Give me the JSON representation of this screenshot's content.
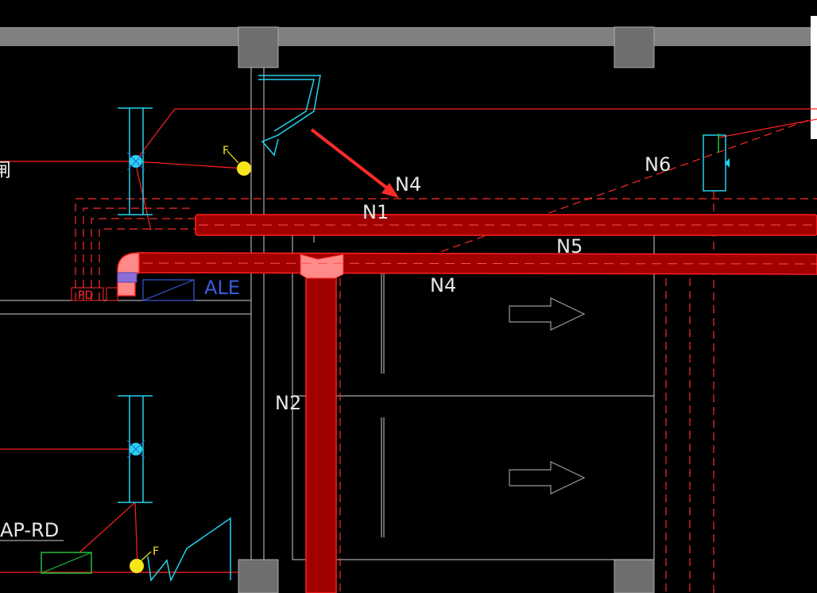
{
  "labels": {
    "n1": "N1",
    "n2": "N2",
    "n4_top": "N4",
    "n4_bottom": "N4",
    "n5": "N5",
    "n6": "N6",
    "ale": "ALE",
    "ap_rd": "AP-RD",
    "pd": "PD",
    "f_upper": "F",
    "f_lower": "F",
    "edge_char": "闸"
  },
  "colors": {
    "background": "#000000",
    "wall": "#808080",
    "column": "#6e6e6e",
    "duct": "#a00000",
    "duct_edge": "#ff2020",
    "duct_joint": "#ff8a8a",
    "dashed": "#ff2a2a",
    "line_white": "#cfcfcf",
    "cyan": "#22d3ee",
    "yellow": "#f5e51b",
    "blue_unit": "#3b5bdb",
    "green_box": "#1fbf3a",
    "arrow": "#ff2a2a",
    "text": "#e8e8e8"
  }
}
